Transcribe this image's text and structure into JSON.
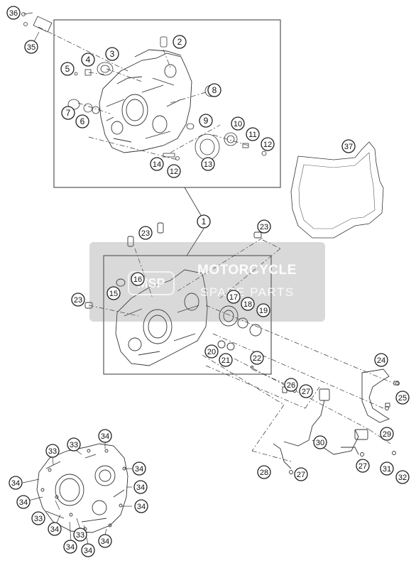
{
  "diagram": {
    "callouts": [
      {
        "id": "c36",
        "label": "36"
      },
      {
        "id": "c35",
        "label": "35"
      },
      {
        "id": "c2",
        "label": "2"
      },
      {
        "id": "c3",
        "label": "3"
      },
      {
        "id": "c4",
        "label": "4"
      },
      {
        "id": "c5",
        "label": "5"
      },
      {
        "id": "c8",
        "label": "8"
      },
      {
        "id": "c7",
        "label": "7"
      },
      {
        "id": "c6",
        "label": "6"
      },
      {
        "id": "c9",
        "label": "9"
      },
      {
        "id": "c10",
        "label": "10"
      },
      {
        "id": "c11",
        "label": "11"
      },
      {
        "id": "c12a",
        "label": "12"
      },
      {
        "id": "c14",
        "label": "14"
      },
      {
        "id": "c12b",
        "label": "12"
      },
      {
        "id": "c13",
        "label": "13"
      },
      {
        "id": "c37",
        "label": "37"
      },
      {
        "id": "c1",
        "label": "1"
      },
      {
        "id": "c23a",
        "label": "23"
      },
      {
        "id": "c23b",
        "label": "23"
      },
      {
        "id": "c16",
        "label": "16"
      },
      {
        "id": "c15",
        "label": "15"
      },
      {
        "id": "c23c",
        "label": "23"
      },
      {
        "id": "c17",
        "label": "17"
      },
      {
        "id": "c18",
        "label": "18"
      },
      {
        "id": "c19",
        "label": "19"
      },
      {
        "id": "c20",
        "label": "20"
      },
      {
        "id": "c21",
        "label": "21"
      },
      {
        "id": "c22",
        "label": "22"
      },
      {
        "id": "c24",
        "label": "24"
      },
      {
        "id": "c26",
        "label": "26"
      },
      {
        "id": "c27a",
        "label": "27"
      },
      {
        "id": "c25",
        "label": "25"
      },
      {
        "id": "c29",
        "label": "29"
      },
      {
        "id": "c30",
        "label": "30"
      },
      {
        "id": "c27b",
        "label": "27"
      },
      {
        "id": "c31",
        "label": "31"
      },
      {
        "id": "c32",
        "label": "32"
      },
      {
        "id": "c28",
        "label": "28"
      },
      {
        "id": "c27c",
        "label": "27"
      },
      {
        "id": "c33a",
        "label": "33"
      },
      {
        "id": "c33b",
        "label": "33"
      },
      {
        "id": "c34a",
        "label": "34"
      },
      {
        "id": "c34b",
        "label": "34"
      },
      {
        "id": "c34c",
        "label": "34"
      },
      {
        "id": "c34d",
        "label": "34"
      },
      {
        "id": "c34e",
        "label": "34"
      },
      {
        "id": "c34f",
        "label": "34"
      },
      {
        "id": "c33c",
        "label": "33"
      },
      {
        "id": "c34g",
        "label": "34"
      },
      {
        "id": "c33d",
        "label": "33"
      },
      {
        "id": "c34h",
        "label": "34"
      },
      {
        "id": "c34i",
        "label": "34"
      },
      {
        "id": "c34j",
        "label": "34"
      }
    ]
  },
  "watermark": {
    "title": "MOTORCYCLE",
    "subtitle": "SPARE PARTS",
    "logo_text": "MSP",
    "color": "#8a8a8a"
  },
  "colors": {
    "line": "#333333",
    "callout_fill": "#ffffff",
    "callout_stroke": "#222222"
  }
}
